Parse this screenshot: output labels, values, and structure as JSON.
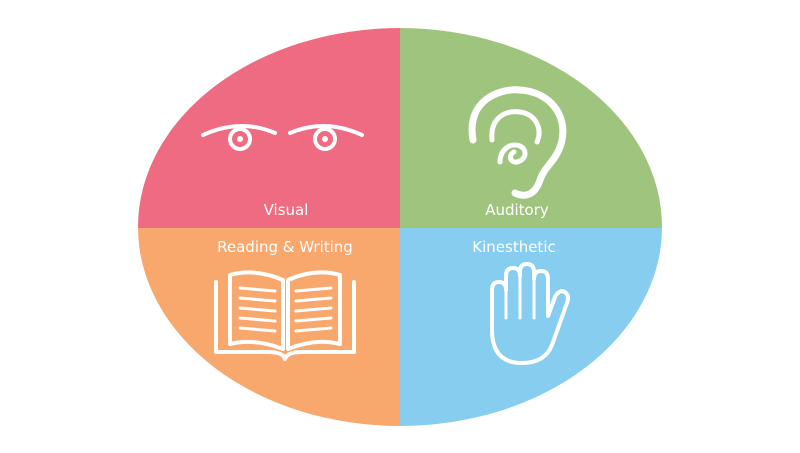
{
  "quadrants": {
    "visual": {
      "label": "Visual",
      "color": "#ef6b82",
      "icon": "eyes-icon"
    },
    "auditory": {
      "label": "Auditory",
      "color": "#9fc47d",
      "icon": "ear-icon"
    },
    "reading_writing": {
      "label": "Reading & Writing",
      "color": "#f8a76d",
      "icon": "open-book-icon"
    },
    "kinesthetic": {
      "label": "Kinesthetic",
      "color": "#86cdf0",
      "icon": "hand-icon"
    }
  }
}
